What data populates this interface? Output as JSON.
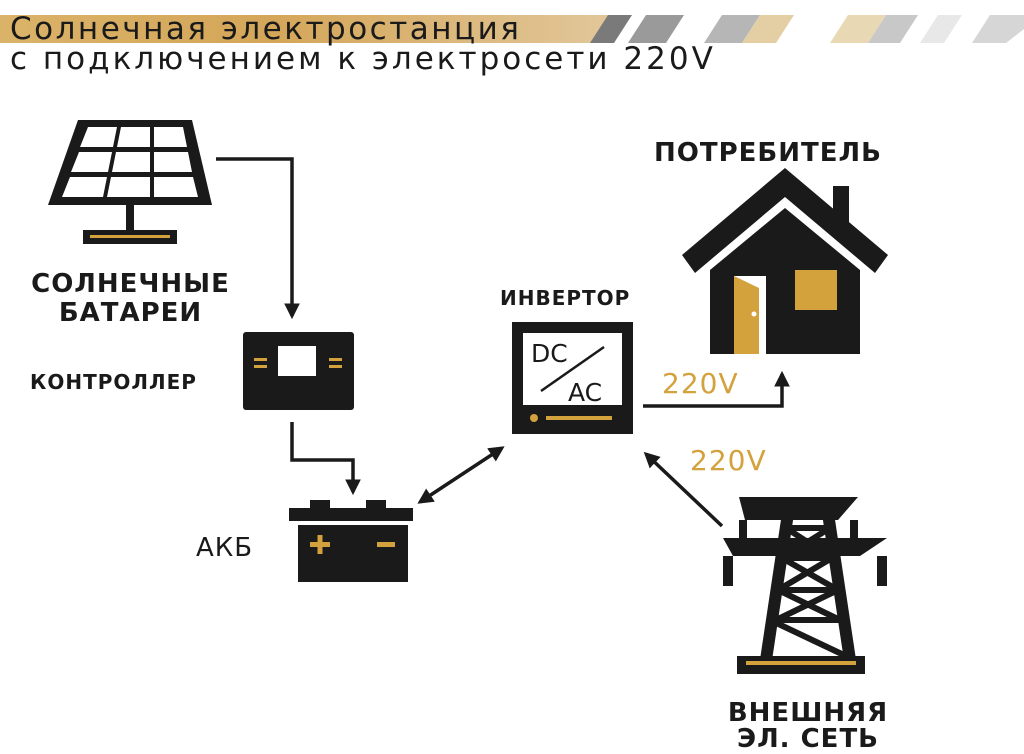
{
  "header": {
    "title_line_1": "Солнечная электростанция",
    "title_line_2": "с подключением к электросети 220V"
  },
  "nodes": {
    "solar_panels": "СОЛНЕЧНЫЕ\nБАТАРЕИ",
    "controller": "КОНТРОЛЛЕР",
    "battery": "АКБ",
    "inverter": "ИНВЕРТОР",
    "consumer": "ПОТРЕБИТЕЛЬ",
    "grid": "ВНЕШНЯЯ\nЭЛ. СЕТЬ"
  },
  "inverter_display": {
    "top": "DC",
    "bottom": "AC"
  },
  "voltages": {
    "to_consumer": "220V",
    "from_grid": "220V"
  },
  "colors": {
    "accent_gold": "#d4a23d",
    "icon_dark": "#1a1a1a",
    "title_band": "#d4a659"
  }
}
